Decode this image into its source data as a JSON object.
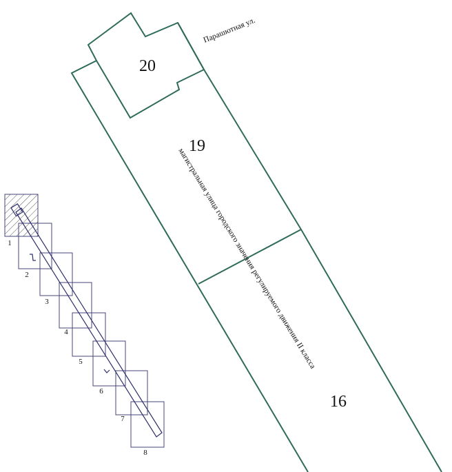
{
  "map": {
    "parcels": [
      {
        "id": "p20",
        "label": "20"
      },
      {
        "id": "p19",
        "label": "19"
      },
      {
        "id": "p16",
        "label": "16"
      }
    ],
    "streets": {
      "parachute": "Парашютная ул.",
      "main_road": "магистральная улица городского значения регулируемого движения II класса"
    },
    "index_sheets": [
      {
        "label": "1",
        "hatched": true
      },
      {
        "label": "2"
      },
      {
        "label": "3"
      },
      {
        "label": "4"
      },
      {
        "label": "5"
      },
      {
        "label": "6"
      },
      {
        "label": "7"
      },
      {
        "label": "8"
      }
    ],
    "colors": {
      "parcel_line": "#2f6b5a",
      "sheet_line": "#46457a",
      "text": "#111111"
    }
  }
}
